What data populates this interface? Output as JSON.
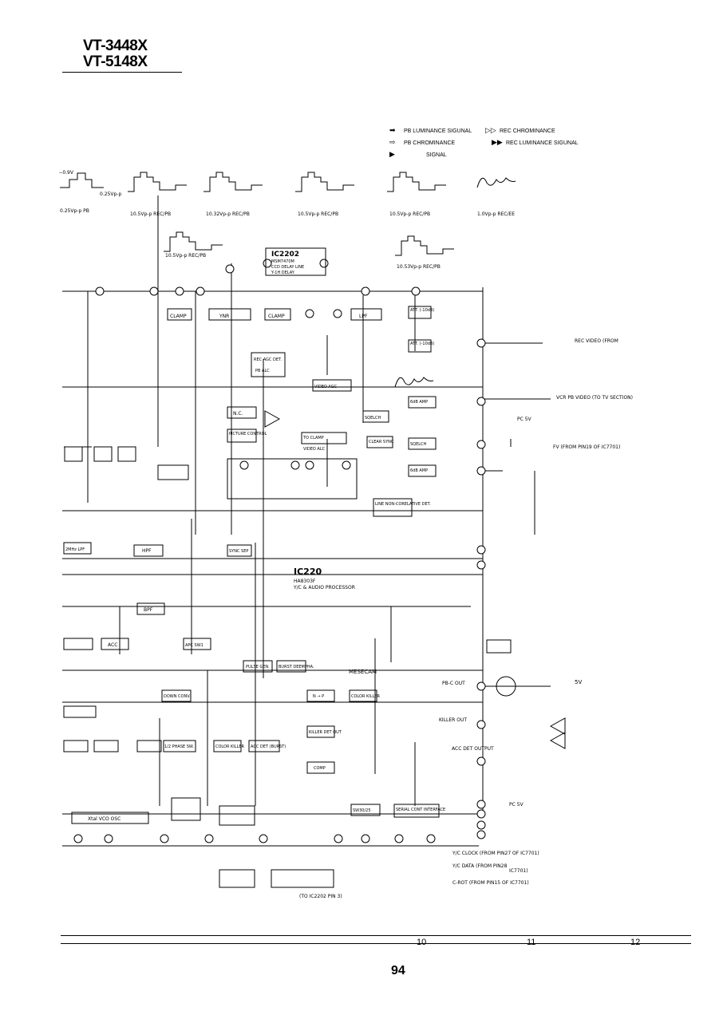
{
  "header": {
    "model_1": "VT-3448X",
    "model_2": "VT-5148X"
  },
  "legend": {
    "items": [
      {
        "symbol": "➡",
        "label": "PB LUMINANCE SIGUNAL"
      },
      {
        "symbol": "▷▷",
        "label": "REC CHROMINANCE"
      },
      {
        "symbol": "⇨",
        "label": "PB CHROMINANCE"
      },
      {
        "symbol": "▶▶",
        "label": "REC LUMINANCE SIGUNAL"
      },
      {
        "symbol": "▶",
        "label": "SIGNAL"
      }
    ]
  },
  "schematic": {
    "ic_main": {
      "name": "IC220",
      "part": "HA8303F",
      "desc": "Y/C & AUDIO PROCESSOR"
    },
    "ic_delay": {
      "name": "IC2202",
      "part": "MSM7470M",
      "desc1": "CCD DELAY LINE",
      "desc2": "Y-1H DELAY"
    },
    "waveforms": [
      "0.25Vp-p PB",
      "10.5Vp-p REC/PB",
      "10.32Vp-p REC/PB",
      "10.5Vp-p REC/PB",
      "10.5Vp-p REC/PB",
      "1.0Vp-p REC/EE",
      "10.5Vp-p REC/PB",
      "10.53Vp-p REC/PB"
    ],
    "blocks": {
      "ynr": "YNR",
      "clamp": "CLAMP",
      "lpf": "LPF",
      "att1": "ATT. (-10dB)",
      "att2": "ATT. (-10dB)",
      "rec_agc": "REC AGC DET.",
      "pb_alc": "PB ALC",
      "video_agc": "VIDEO AGC",
      "nc": "N.C.",
      "pic_ctrl": "PICTURE CONTROL",
      "to_clamp": "TO CLAMP",
      "video_alc": "VIDEO ALC",
      "sqelch": "SQELCH",
      "clear_sync": "CLEAR SYNC",
      "sqelch2": "SQELCH",
      "amp6": "6dB AMP",
      "amp6b": "6dB AMP",
      "hpf": "HPF",
      "sync_sep": "SYNC SEP",
      "lpf2": "2MHz LPF",
      "bpf": "BPF",
      "acc": "ACC",
      "apc": "APC SW1",
      "pulse": "PULSE GEN.",
      "burst": "BURST DEEMPHA.",
      "down": "DOWN CONV.",
      "phase": "1/2 PHASE SW.",
      "color_killer": "COLOR KILLER",
      "acc_det": "ACC DET (BURST)",
      "np": "N → P",
      "color_killer2": "COLOR KILLER",
      "killer_det": "KILLER DET OUT",
      "comp": "COMP",
      "xtal": "Xtal VCO OSC",
      "serial": "SERIAL CONT INTERFACE",
      "sw30": "SW30/25",
      "line_corr": "LINE NON-CORELATIVE DET.",
      "mesecam": "MESECAM"
    },
    "signals": {
      "rec_video": "REC VIDEO (FROM",
      "vcr_pb": "VCR PB VIDEO (TO TV SECTION)",
      "pc5v": "PC 5V",
      "fv": "FV (FROM PIN19 OF IC7701)",
      "pbc_out": "PB-C OUT",
      "killer_out": "KILLER OUT",
      "acc_det_out": "ACC DET OUTPUT",
      "yc_clock": "Y/C CLOCK (FROM PIN27 OF IC7701)",
      "yc_data": "Y/C DATA (FROM PIN28",
      "ic7701": "IC7701)",
      "crot": "C-ROT (FROM PIN15 OF IC7701)",
      "to_ic2202": "(TO IC2202 PIN 3)",
      "v5": "5V",
      "pc5v2": "PC 5V"
    }
  },
  "footer": {
    "col_10": "10",
    "col_11": "11",
    "col_12": "12",
    "page_number": "94"
  }
}
